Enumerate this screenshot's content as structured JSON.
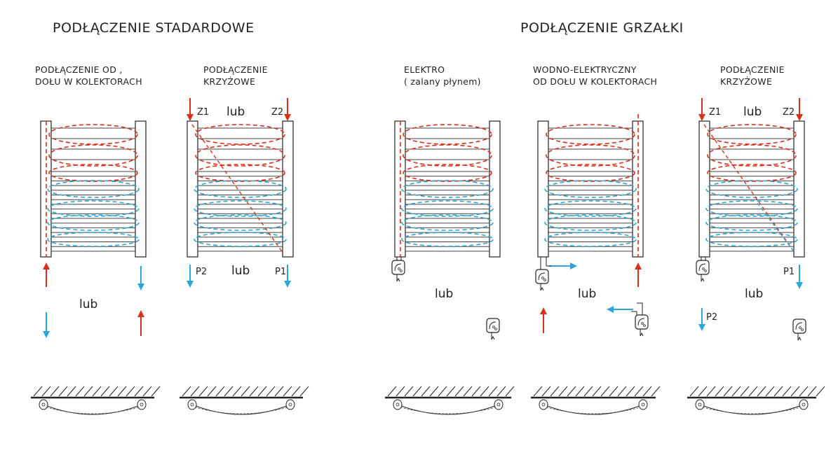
{
  "titles": {
    "standard": "PODŁĄCZENIE STADARDOWE",
    "heater": "PODŁĄCZENIE GRZAŁKI"
  },
  "panels": [
    {
      "id": "bottom",
      "line1": "PODŁĄCZENIE OD ,",
      "line2": "DOŁU W KOLEKTORACH"
    },
    {
      "id": "cross",
      "line1": "PODŁĄCZENIE",
      "line2": "KRZYŻOWE"
    },
    {
      "id": "electro",
      "line1": "ELEKTRO",
      "line2": "( zalany płynem)"
    },
    {
      "id": "water-electric",
      "line1": "WODNO-ELEKTRYCZNY",
      "line2": "OD DOŁU W KOLEKTORACH"
    },
    {
      "id": "cross-heater",
      "line1": "PODŁĄCZENIE",
      "line2": "KRZYŻOWE"
    }
  ],
  "or_word": "lub",
  "ports": {
    "z1": "Z1",
    "z2": "Z2",
    "p1": "P1",
    "p2": "P2"
  },
  "colors": {
    "hot": "#d9301c",
    "cold": "#2aa6d8",
    "line": "#222222"
  }
}
